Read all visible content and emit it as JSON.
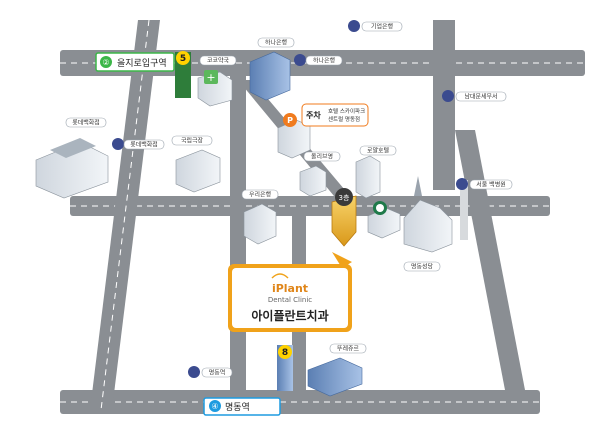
{
  "stations": {
    "euljiro": {
      "line": "②",
      "name": "을지로입구역",
      "exit": "5"
    },
    "myeongdong": {
      "line": "④",
      "name": "명동역",
      "exit": "8"
    }
  },
  "buildings": {
    "hana_bank": "하나은행",
    "coffee": "코코약국",
    "lotte_dept": "롯데백화점",
    "national_theater": "국립극장",
    "parking_label": "주차",
    "parking_desc_1": "호텔 스카이파크",
    "parking_desc_2": "센트럴 명동점",
    "olive_young": "올리브영",
    "royal_hotel": "로얄호텔",
    "woori_bank": "우리은행",
    "cathedral": "명동성당",
    "marionette": "뚜레쥬르"
  },
  "bus_stops": {
    "ibk": "기업은행",
    "hana": "하나은행",
    "namdaemun": "남대문세무서",
    "lotte": "롯데백화점",
    "seoul_hospital": "서울 백병원",
    "myeongdong": "명동역"
  },
  "marker": {
    "number": "3층"
  },
  "clinic": {
    "brand": "iPlant",
    "subtitle": "Dental Clinic",
    "name_ko": "아이플란트치과"
  },
  "colors": {
    "road": "#8a8e93",
    "road_line": "#ffffff",
    "line2": "#3cb649",
    "line4": "#1e9be0",
    "bus": "#3b4b8f",
    "accent": "#f0a21a",
    "parking": "#f07b1e"
  }
}
